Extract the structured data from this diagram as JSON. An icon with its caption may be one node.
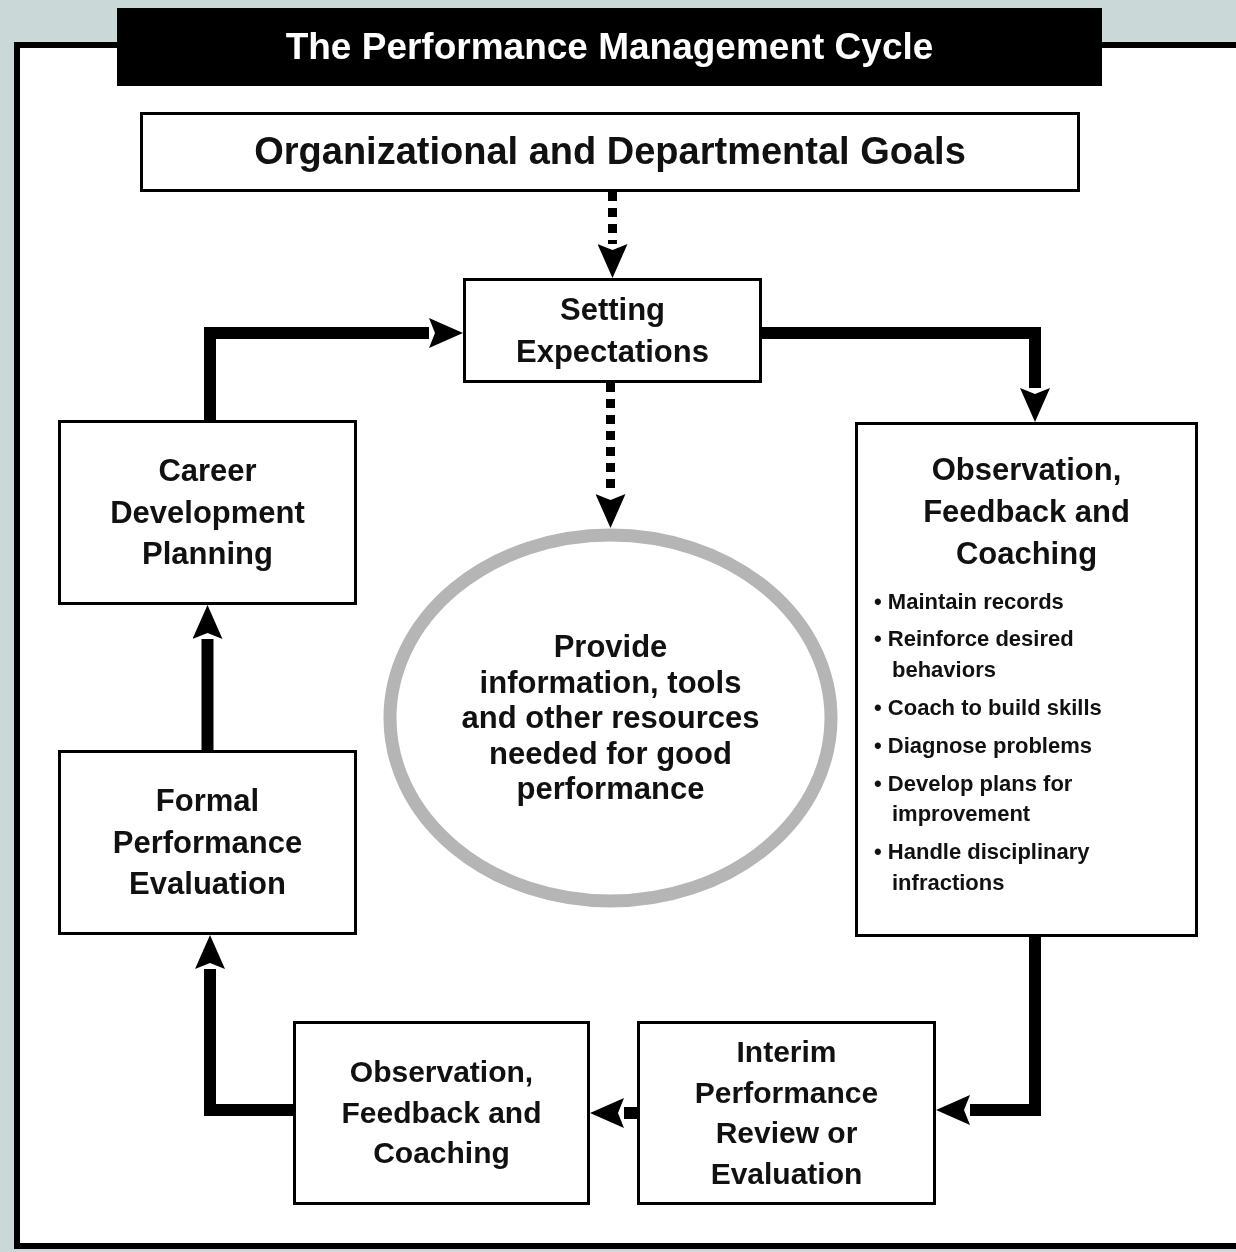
{
  "diagram": {
    "title": "The Performance Management Cycle",
    "nodes": [
      {
        "text": [
          "Organizational and Departmental Goals"
        ]
      },
      {
        "text": [
          "Setting Expectations"
        ]
      },
      {
        "text": [
          "Observation, Feedback and Coaching",
          "• Maintain records",
          "• Reinforce desired behaviors",
          "• Coach to build skills",
          "• Diagnose problems",
          "• Develop plans for improvement",
          "• Handle disciplinary infractions"
        ]
      },
      {
        "text": [
          "Interim Performance Review or Evaluation"
        ]
      },
      {
        "text": [
          "Observation, Feedback and Coaching"
        ]
      },
      {
        "text": [
          "Formal Performance Evaluation"
        ]
      },
      {
        "text": [
          "Career Development Planning"
        ]
      },
      {
        "text": [
          "Provide information, tools and other resources needed for good performance"
        ]
      }
    ],
    "edges": [
      {
        "from": 0,
        "to": 1,
        "arrow": "to",
        "style": "dashed"
      },
      {
        "from": 1,
        "to": 7,
        "arrow": "to",
        "style": "dashed"
      },
      {
        "from": 1,
        "to": 2,
        "arrow": "to"
      },
      {
        "from": 2,
        "to": 3,
        "arrow": "to"
      },
      {
        "from": 3,
        "to": 4,
        "arrow": "to"
      },
      {
        "from": 4,
        "to": 5,
        "arrow": "to"
      },
      {
        "from": 5,
        "to": 6,
        "arrow": "to"
      },
      {
        "from": 6,
        "to": 1,
        "arrow": "to"
      }
    ]
  }
}
